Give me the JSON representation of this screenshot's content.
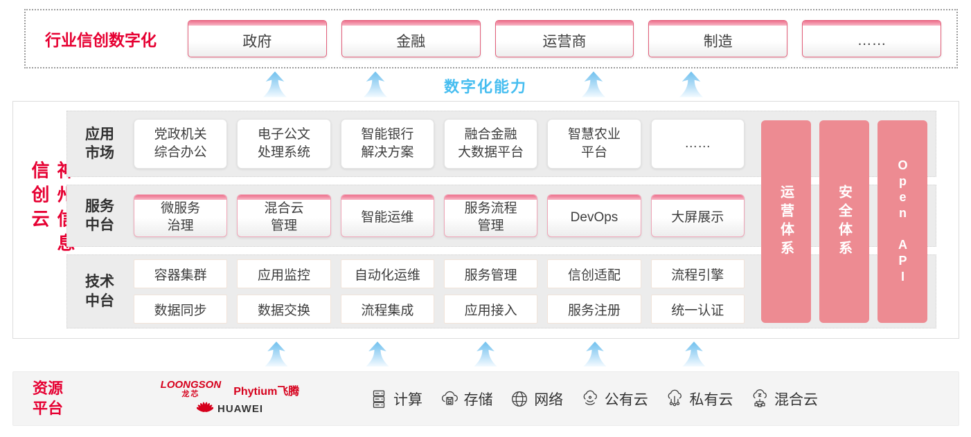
{
  "colors": {
    "accent_red": "#e60032",
    "pillar_pink": "#ed8b92",
    "capability_blue": "#45bdf0",
    "arrow_blue": "#6fc0ee",
    "row_gray": "#ececec",
    "card_border_pink": "#e25c78"
  },
  "industry_section": {
    "title": "行业信创数字化",
    "items": [
      "政府",
      "金融",
      "运营商",
      "制造",
      "……"
    ]
  },
  "capability": {
    "label": "数字化能力"
  },
  "platform": {
    "title": "神州信息信创云",
    "app_row": {
      "label": "应用\n市场",
      "cards": [
        "党政机关\n综合办公",
        "电子公文\n处理系统",
        "智能银行\n解决方案",
        "融合金融\n大数据平台",
        "智慧农业\n平台",
        "……"
      ]
    },
    "service_row": {
      "label": "服务\n中台",
      "cards": [
        "微服务\n治理",
        "混合云\n管理",
        "智能运维",
        "服务流程\n管理",
        "DevOps",
        "大屏展示"
      ]
    },
    "tech_row": {
      "label": "技术\n中台",
      "cards_top": [
        "容器集群",
        "应用监控",
        "自动化运维",
        "服务管理",
        "信创适配",
        "流程引擎"
      ],
      "cards_bottom": [
        "数据同步",
        "数据交换",
        "流程集成",
        "应用接入",
        "服务注册",
        "统一认证"
      ]
    },
    "pillars": [
      "运营体系",
      "安全体系",
      "Open API"
    ]
  },
  "resources": {
    "label": "资源\n平台",
    "vendors": {
      "loongson": "LOONGSON",
      "loongson_cn": "龙芯",
      "phytium": "Phytium飞腾",
      "huawei": "HUAWEI"
    },
    "items": [
      {
        "icon": "compute-icon",
        "label": "计算"
      },
      {
        "icon": "storage-icon",
        "label": "存储"
      },
      {
        "icon": "network-icon",
        "label": "网络"
      },
      {
        "icon": "public-cloud-icon",
        "label": "公有云"
      },
      {
        "icon": "private-cloud-icon",
        "label": "私有云"
      },
      {
        "icon": "hybrid-cloud-icon",
        "label": "混合云"
      }
    ]
  }
}
